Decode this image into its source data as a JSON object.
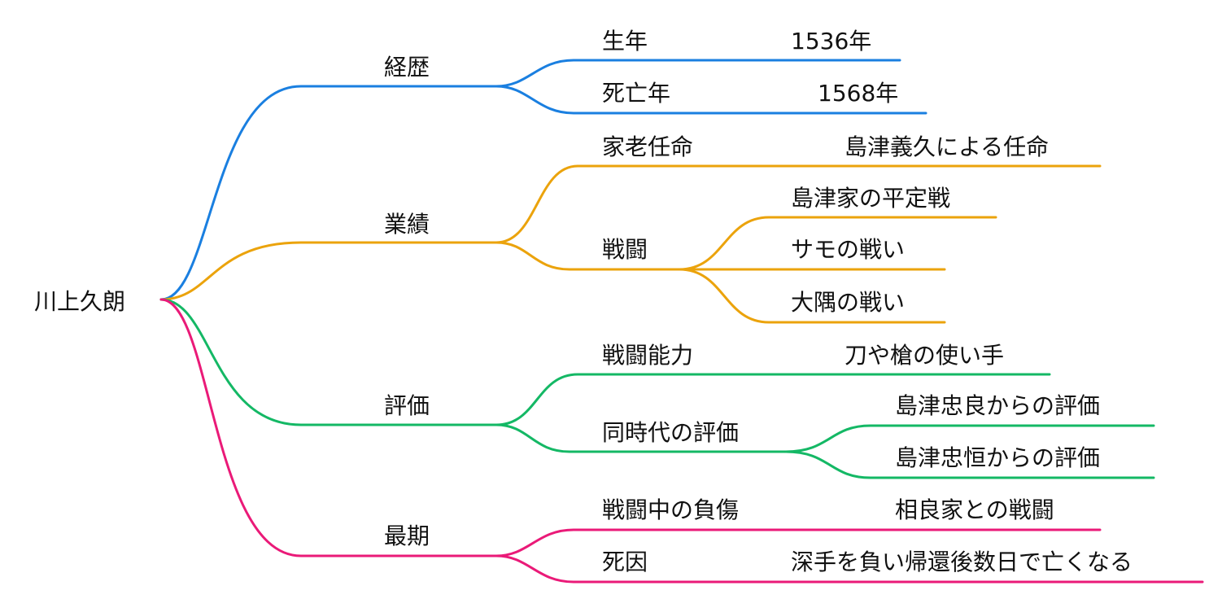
{
  "root": {
    "label": "川上久朗"
  },
  "colors": {
    "経歴": "#1a7fe0",
    "業績": "#eba30c",
    "評価": "#14b865",
    "最期": "#ea1a78"
  },
  "branches": [
    {
      "label": "経歴",
      "color": "#1a7fe0",
      "children": [
        {
          "label": "生年",
          "value": "1536年"
        },
        {
          "label": "死亡年",
          "value": "1568年"
        }
      ]
    },
    {
      "label": "業績",
      "color": "#eba30c",
      "children": [
        {
          "label": "家老任命",
          "value": "島津義久による任命"
        },
        {
          "label": "戦闘",
          "children": [
            "島津家の平定戦",
            "サモの戦い",
            "大隅の戦い"
          ]
        }
      ]
    },
    {
      "label": "評価",
      "color": "#14b865",
      "children": [
        {
          "label": "戦闘能力",
          "value": "刀や槍の使い手"
        },
        {
          "label": "同時代の評価",
          "children": [
            "島津忠良からの評価",
            "島津忠恒からの評価"
          ]
        }
      ]
    },
    {
      "label": "最期",
      "color": "#ea1a78",
      "children": [
        {
          "label": "戦闘中の負傷",
          "value": "相良家との戦闘"
        },
        {
          "label": "死因",
          "value": "深手を負い帰還後数日で亡くなる"
        }
      ]
    }
  ]
}
